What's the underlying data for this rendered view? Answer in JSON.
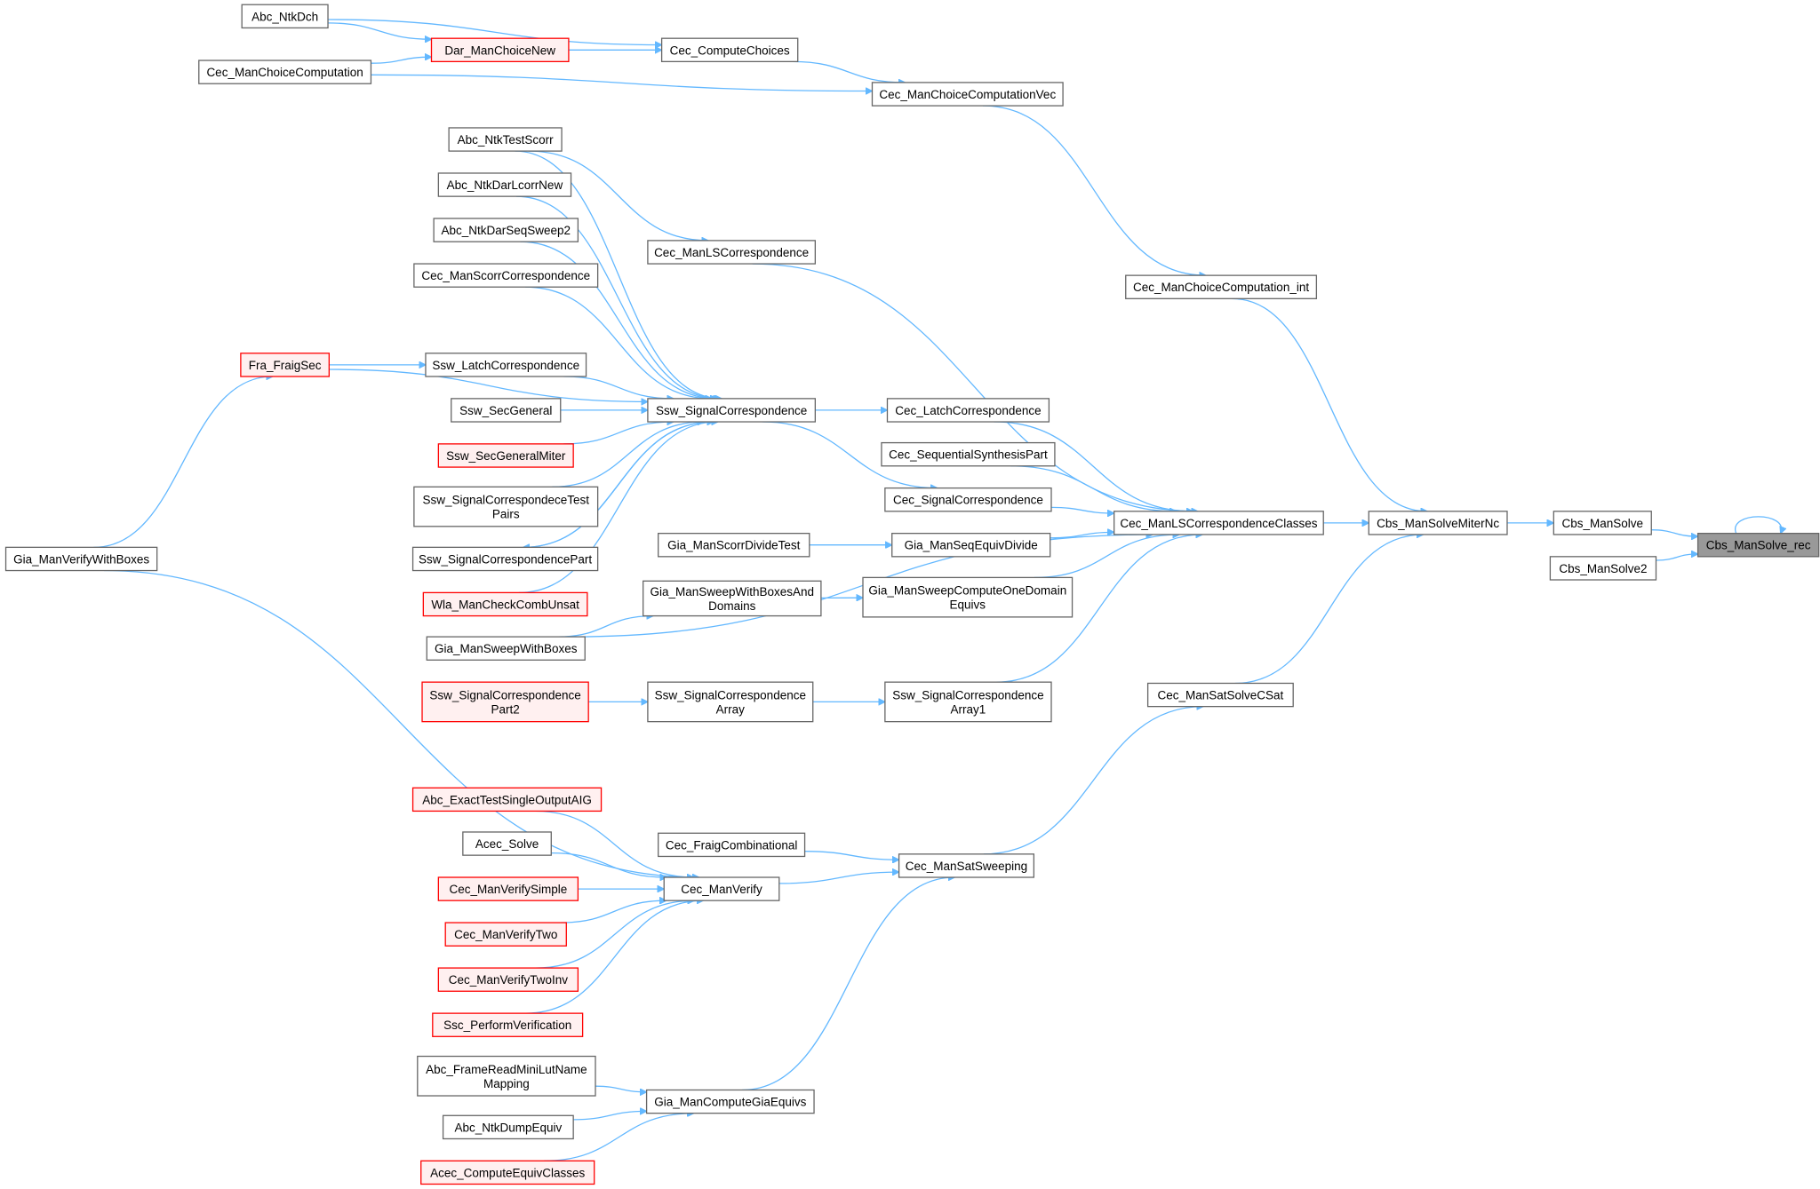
{
  "graph": {
    "type": "caller-graph",
    "edge_color": "#63b8ff",
    "node_border_color": "#666666",
    "warn_border_color": "#ff0000",
    "warn_fill_color": "#fff0f0",
    "current_fill_color": "#999999",
    "nodes": [
      {
        "id": "Abc_NtkDch",
        "lines": [
          "Abc_NtkDch"
        ],
        "style": "normal"
      },
      {
        "id": "Dar_ManChoiceNew",
        "lines": [
          "Dar_ManChoiceNew"
        ],
        "style": "warn"
      },
      {
        "id": "Cec_ManChoiceComputation",
        "lines": [
          "Cec_ManChoiceComputation"
        ],
        "style": "normal"
      },
      {
        "id": "Cec_ComputeChoices",
        "lines": [
          "Cec_ComputeChoices"
        ],
        "style": "normal"
      },
      {
        "id": "Cec_ManChoiceComputationVec",
        "lines": [
          "Cec_ManChoiceComputationVec"
        ],
        "style": "normal"
      },
      {
        "id": "Abc_NtkTestScorr",
        "lines": [
          "Abc_NtkTestScorr"
        ],
        "style": "normal"
      },
      {
        "id": "Abc_NtkDarLcorrNew",
        "lines": [
          "Abc_NtkDarLcorrNew"
        ],
        "style": "normal"
      },
      {
        "id": "Abc_NtkDarSeqSweep2",
        "lines": [
          "Abc_NtkDarSeqSweep2"
        ],
        "style": "normal"
      },
      {
        "id": "Cec_ManLSCorrespondence",
        "lines": [
          "Cec_ManLSCorrespondence"
        ],
        "style": "normal"
      },
      {
        "id": "Cec_ManScorrCorrespondence",
        "lines": [
          "Cec_ManScorrCorrespondence"
        ],
        "style": "normal"
      },
      {
        "id": "Cec_ManChoiceComputation_int",
        "lines": [
          "Cec_ManChoiceComputation_int"
        ],
        "style": "normal"
      },
      {
        "id": "Fra_FraigSec",
        "lines": [
          "Fra_FraigSec"
        ],
        "style": "warn"
      },
      {
        "id": "Ssw_LatchCorrespondence",
        "lines": [
          "Ssw_LatchCorrespondence"
        ],
        "style": "normal"
      },
      {
        "id": "Ssw_SecGeneral",
        "lines": [
          "Ssw_SecGeneral"
        ],
        "style": "normal"
      },
      {
        "id": "Ssw_SignalCorrespondence",
        "lines": [
          "Ssw_SignalCorrespondence"
        ],
        "style": "normal"
      },
      {
        "id": "Cec_LatchCorrespondence",
        "lines": [
          "Cec_LatchCorrespondence"
        ],
        "style": "normal"
      },
      {
        "id": "Ssw_SecGeneralMiter",
        "lines": [
          "Ssw_SecGeneralMiter"
        ],
        "style": "warn"
      },
      {
        "id": "Cec_SequentialSynthesisPart",
        "lines": [
          "Cec_SequentialSynthesisPart"
        ],
        "style": "normal"
      },
      {
        "id": "Ssw_SignalCorrespondeceTestPairs",
        "lines": [
          "Ssw_SignalCorrespondeceTest",
          "Pairs"
        ],
        "style": "normal"
      },
      {
        "id": "Cec_SignalCorrespondence",
        "lines": [
          "Cec_SignalCorrespondence"
        ],
        "style": "normal"
      },
      {
        "id": "Cec_ManLSCorrespondenceClasses",
        "lines": [
          "Cec_ManLSCorrespondenceClasses"
        ],
        "style": "normal"
      },
      {
        "id": "Cbs_ManSolveMiterNc",
        "lines": [
          "Cbs_ManSolveMiterNc"
        ],
        "style": "normal"
      },
      {
        "id": "Cbs_ManSolve",
        "lines": [
          "Cbs_ManSolve"
        ],
        "style": "normal"
      },
      {
        "id": "Cbs_ManSolve_rec",
        "lines": [
          "Cbs_ManSolve_rec"
        ],
        "style": "current"
      },
      {
        "id": "Cbs_ManSolve2",
        "lines": [
          "Cbs_ManSolve2"
        ],
        "style": "normal"
      },
      {
        "id": "Gia_ManScorrDivideTest",
        "lines": [
          "Gia_ManScorrDivideTest"
        ],
        "style": "normal"
      },
      {
        "id": "Gia_ManSeqEquivDivide",
        "lines": [
          "Gia_ManSeqEquivDivide"
        ],
        "style": "normal"
      },
      {
        "id": "Ssw_SignalCorrespondencePart",
        "lines": [
          "Ssw_SignalCorrespondencePart"
        ],
        "style": "normal"
      },
      {
        "id": "Gia_ManVerifyWithBoxes",
        "lines": [
          "Gia_ManVerifyWithBoxes"
        ],
        "style": "normal"
      },
      {
        "id": "Wla_ManCheckCombUnsat",
        "lines": [
          "Wla_ManCheckCombUnsat"
        ],
        "style": "warn"
      },
      {
        "id": "Gia_ManSweepWithBoxesAndDomains",
        "lines": [
          "Gia_ManSweepWithBoxesAnd",
          "Domains"
        ],
        "style": "normal"
      },
      {
        "id": "Gia_ManSweepComputeOneDomainEquivs",
        "lines": [
          "Gia_ManSweepComputeOneDomain",
          "Equivs"
        ],
        "style": "normal"
      },
      {
        "id": "Gia_ManSweepWithBoxes",
        "lines": [
          "Gia_ManSweepWithBoxes"
        ],
        "style": "normal"
      },
      {
        "id": "Cec_ManSatSolveCSat",
        "lines": [
          "Cec_ManSatSolveCSat"
        ],
        "style": "normal"
      },
      {
        "id": "Ssw_SignalCorrespondencePart2",
        "lines": [
          "Ssw_SignalCorrespondence",
          "Part2"
        ],
        "style": "warn"
      },
      {
        "id": "Ssw_SignalCorrespondenceArray",
        "lines": [
          "Ssw_SignalCorrespondence",
          "Array"
        ],
        "style": "normal"
      },
      {
        "id": "Ssw_SignalCorrespondenceArray1",
        "lines": [
          "Ssw_SignalCorrespondence",
          "Array1"
        ],
        "style": "normal"
      },
      {
        "id": "Abc_ExactTestSingleOutputAIG",
        "lines": [
          "Abc_ExactTestSingleOutputAIG"
        ],
        "style": "warn"
      },
      {
        "id": "Cec_FraigCombinational",
        "lines": [
          "Cec_FraigCombinational"
        ],
        "style": "normal"
      },
      {
        "id": "Acec_Solve",
        "lines": [
          "Acec_Solve"
        ],
        "style": "normal"
      },
      {
        "id": "Cec_ManSatSweeping",
        "lines": [
          "Cec_ManSatSweeping"
        ],
        "style": "normal"
      },
      {
        "id": "Cec_ManVerify",
        "lines": [
          "Cec_ManVerify"
        ],
        "style": "normal"
      },
      {
        "id": "Cec_ManVerifySimple",
        "lines": [
          "Cec_ManVerifySimple"
        ],
        "style": "warn"
      },
      {
        "id": "Cec_ManVerifyTwo",
        "lines": [
          "Cec_ManVerifyTwo"
        ],
        "style": "warn"
      },
      {
        "id": "Cec_ManVerifyTwoInv",
        "lines": [
          "Cec_ManVerifyTwoInv"
        ],
        "style": "warn"
      },
      {
        "id": "Ssc_PerformVerification",
        "lines": [
          "Ssc_PerformVerification"
        ],
        "style": "warn"
      },
      {
        "id": "Abc_FrameReadMiniLutNameMapping",
        "lines": [
          "Abc_FrameReadMiniLutName",
          "Mapping"
        ],
        "style": "normal"
      },
      {
        "id": "Gia_ManComputeGiaEquivs",
        "lines": [
          "Gia_ManComputeGiaEquivs"
        ],
        "style": "normal"
      },
      {
        "id": "Abc_NtkDumpEquiv",
        "lines": [
          "Abc_NtkDumpEquiv"
        ],
        "style": "normal"
      },
      {
        "id": "Acec_ComputeEquivClasses",
        "lines": [
          "Acec_ComputeEquivClasses"
        ],
        "style": "warn"
      }
    ],
    "edges": [
      {
        "from": "Abc_NtkDch",
        "to": "Dar_ManChoiceNew"
      },
      {
        "from": "Abc_NtkDch",
        "to": "Cec_ComputeChoices"
      },
      {
        "from": "Cec_ManChoiceComputation",
        "to": "Dar_ManChoiceNew"
      },
      {
        "from": "Cec_ManChoiceComputation",
        "to": "Cec_ManChoiceComputationVec"
      },
      {
        "from": "Dar_ManChoiceNew",
        "to": "Cec_ComputeChoices"
      },
      {
        "from": "Cec_ComputeChoices",
        "to": "Cec_ManChoiceComputationVec"
      },
      {
        "from": "Cec_ManChoiceComputationVec",
        "to": "Cec_ManChoiceComputation_int"
      },
      {
        "from": "Cec_ManChoiceComputation_int",
        "to": "Cbs_ManSolveMiterNc"
      },
      {
        "from": "Abc_NtkTestScorr",
        "to": "Cec_ManLSCorrespondence"
      },
      {
        "from": "Abc_NtkTestScorr",
        "to": "Ssw_SignalCorrespondence"
      },
      {
        "from": "Abc_NtkDarLcorrNew",
        "to": "Ssw_SignalCorrespondence"
      },
      {
        "from": "Abc_NtkDarSeqSweep2",
        "to": "Ssw_SignalCorrespondence"
      },
      {
        "from": "Cec_ManScorrCorrespondence",
        "to": "Ssw_SignalCorrespondence"
      },
      {
        "from": "Fra_FraigSec",
        "to": "Ssw_LatchCorrespondence"
      },
      {
        "from": "Fra_FraigSec",
        "to": "Ssw_SignalCorrespondence"
      },
      {
        "from": "Ssw_LatchCorrespondence",
        "to": "Ssw_SignalCorrespondence"
      },
      {
        "from": "Ssw_SecGeneral",
        "to": "Ssw_SignalCorrespondence"
      },
      {
        "from": "Ssw_SecGeneralMiter",
        "to": "Ssw_SignalCorrespondence"
      },
      {
        "from": "Ssw_SignalCorrespondeceTestPairs",
        "to": "Ssw_SignalCorrespondence"
      },
      {
        "from": "Ssw_SignalCorrespondence",
        "to": "Ssw_SignalCorrespondencePart"
      },
      {
        "from": "Ssw_SignalCorrespondencePart",
        "to": "Ssw_SignalCorrespondence"
      },
      {
        "from": "Wla_ManCheckCombUnsat",
        "to": "Ssw_SignalCorrespondence"
      },
      {
        "from": "Ssw_SignalCorrespondence",
        "to": "Cec_LatchCorrespondence"
      },
      {
        "from": "Ssw_SignalCorrespondence",
        "to": "Cec_SignalCorrespondence"
      },
      {
        "from": "Cec_ManLSCorrespondence",
        "to": "Cec_ManLSCorrespondenceClasses"
      },
      {
        "from": "Cec_LatchCorrespondence",
        "to": "Cec_ManLSCorrespondenceClasses"
      },
      {
        "from": "Cec_SequentialSynthesisPart",
        "to": "Cec_ManLSCorrespondenceClasses"
      },
      {
        "from": "Cec_SignalCorrespondence",
        "to": "Cec_ManLSCorrespondenceClasses"
      },
      {
        "from": "Gia_ManSeqEquivDivide",
        "to": "Cec_ManLSCorrespondenceClasses"
      },
      {
        "from": "Gia_ManSweepComputeOneDomainEquivs",
        "to": "Cec_ManLSCorrespondenceClasses"
      },
      {
        "from": "Gia_ManSweepWithBoxes",
        "to": "Cec_ManLSCorrespondenceClasses"
      },
      {
        "from": "Ssw_SignalCorrespondenceArray1",
        "to": "Cec_ManLSCorrespondenceClasses"
      },
      {
        "from": "Gia_ManScorrDivideTest",
        "to": "Gia_ManSeqEquivDivide"
      },
      {
        "from": "Gia_ManSweepWithBoxesAndDomains",
        "to": "Gia_ManSweepComputeOneDomainEquivs"
      },
      {
        "from": "Gia_ManSweepWithBoxes",
        "to": "Gia_ManSweepWithBoxesAndDomains"
      },
      {
        "from": "Ssw_SignalCorrespondencePart2",
        "to": "Ssw_SignalCorrespondenceArray"
      },
      {
        "from": "Ssw_SignalCorrespondenceArray",
        "to": "Ssw_SignalCorrespondenceArray1"
      },
      {
        "from": "Gia_ManVerifyWithBoxes",
        "to": "Fra_FraigSec"
      },
      {
        "from": "Gia_ManVerifyWithBoxes",
        "to": "Cec_ManVerify"
      },
      {
        "from": "Cec_ManLSCorrespondenceClasses",
        "to": "Cbs_ManSolveMiterNc"
      },
      {
        "from": "Cec_ManSatSolveCSat",
        "to": "Cbs_ManSolveMiterNc"
      },
      {
        "from": "Cbs_ManSolveMiterNc",
        "to": "Cbs_ManSolve"
      },
      {
        "from": "Cbs_ManSolve",
        "to": "Cbs_ManSolve_rec"
      },
      {
        "from": "Cbs_ManSolve2",
        "to": "Cbs_ManSolve_rec"
      },
      {
        "from": "Cbs_ManSolve_rec",
        "to": "Cbs_ManSolve_rec"
      },
      {
        "from": "Cec_ManSatSweeping",
        "to": "Cec_ManSatSolveCSat"
      },
      {
        "from": "Cec_FraigCombinational",
        "to": "Cec_ManSatSweeping"
      },
      {
        "from": "Cec_ManVerify",
        "to": "Cec_ManSatSweeping"
      },
      {
        "from": "Gia_ManComputeGiaEquivs",
        "to": "Cec_ManSatSweeping"
      },
      {
        "from": "Abc_ExactTestSingleOutputAIG",
        "to": "Cec_ManVerify"
      },
      {
        "from": "Acec_Solve",
        "to": "Cec_ManVerify"
      },
      {
        "from": "Cec_ManVerifySimple",
        "to": "Cec_ManVerify"
      },
      {
        "from": "Cec_ManVerifyTwo",
        "to": "Cec_ManVerify"
      },
      {
        "from": "Cec_ManVerifyTwoInv",
        "to": "Cec_ManVerify"
      },
      {
        "from": "Ssc_PerformVerification",
        "to": "Cec_ManVerify"
      },
      {
        "from": "Abc_FrameReadMiniLutNameMapping",
        "to": "Gia_ManComputeGiaEquivs"
      },
      {
        "from": "Abc_NtkDumpEquiv",
        "to": "Gia_ManComputeGiaEquivs"
      },
      {
        "from": "Acec_ComputeEquivClasses",
        "to": "Gia_ManComputeGiaEquivs"
      }
    ]
  }
}
